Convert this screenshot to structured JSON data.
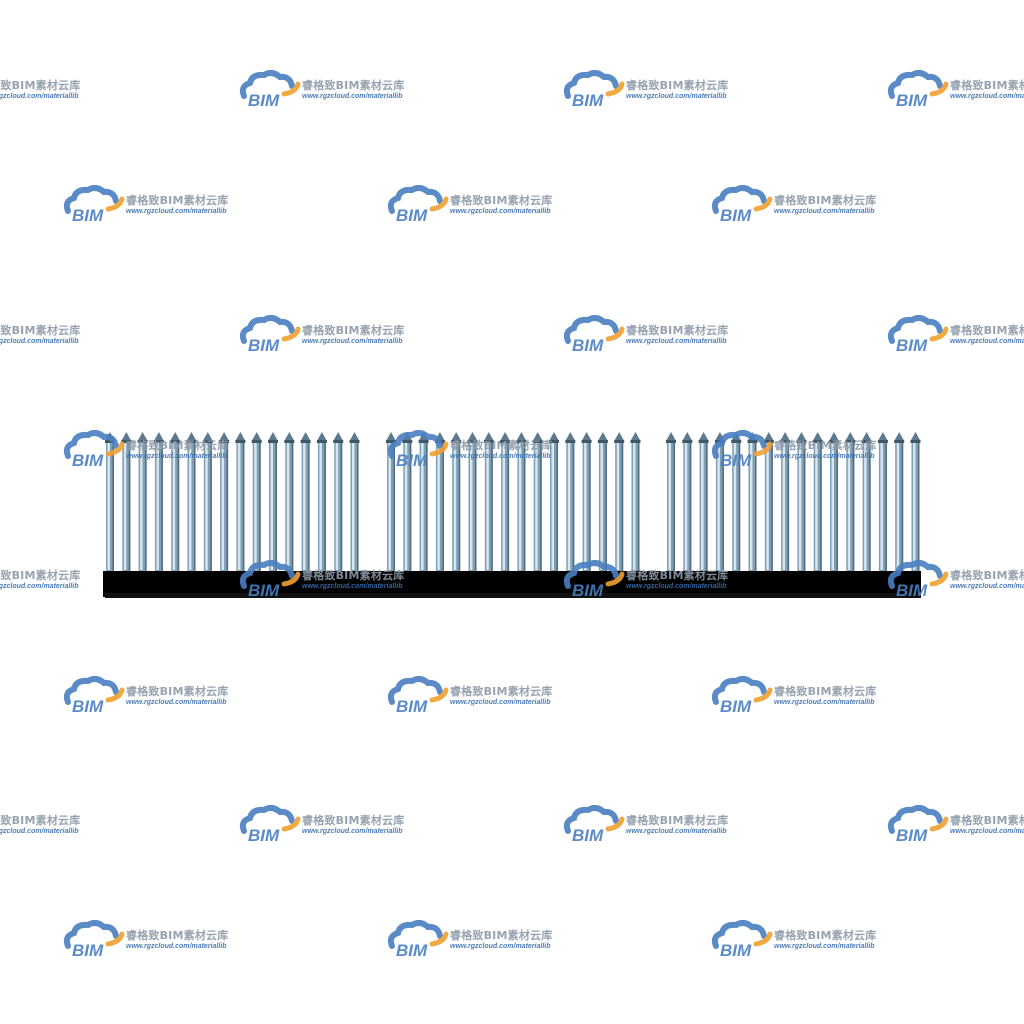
{
  "watermark": {
    "logo_text": "BIM",
    "title": "睿格致BIM素材云库",
    "url": "www.rgzcloud.com/materiallib",
    "logo_blue": "#4a7fc1",
    "logo_orange": "#f0a030",
    "title_color": "#8c9aa8",
    "url_color": "#3a6fb0"
  },
  "railing": {
    "panels": 3,
    "balusters_per_panel": 16,
    "baluster_color": "#7f9fb3",
    "baluster_highlight": "#d7e6ef",
    "base_color": "#000000"
  }
}
